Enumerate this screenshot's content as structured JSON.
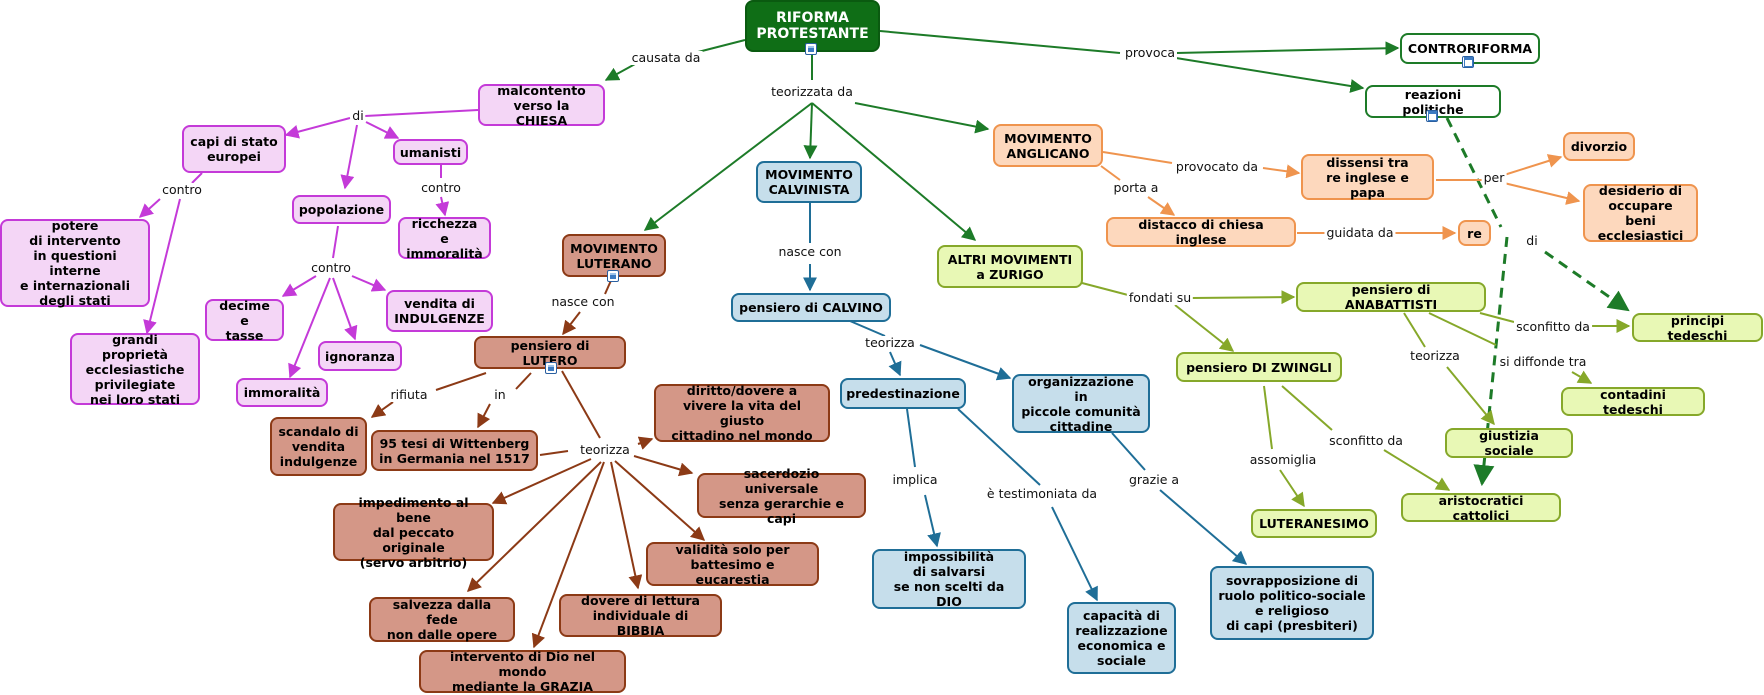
{
  "colors": {
    "green": "#1d7b28",
    "purple": "#c43ad8",
    "brown": "#8c3a16",
    "blue": "#1f6e97",
    "orange": "#ef944e",
    "lime": "#86a82a"
  },
  "nodes": {
    "root": "RIFORMA\nPROTESTANTE",
    "controriforma": "CONTRORIFORMA",
    "reazioni": "reazioni politiche",
    "malcontento": "malcontento\nverso la CHIESA",
    "capi_stato": "capi di stato\neuropei",
    "umanisti": "umanisti",
    "popolazione": "popolazione",
    "potere": "potere\ndi intervento\nin questioni interne\ne internazionali\ndegli stati",
    "grandi_proprieta": "grandi proprietà\necclesiastiche\nprivilegiate\nnei loro stati",
    "ricchezza": "ricchezza e\nimmoralità",
    "decime": "decime e\ntasse",
    "vendita": "vendita di\nINDULGENZE",
    "ignoranza": "ignoranza",
    "immoralita": "immoralità",
    "mov_luterano": "MOVIMENTO\nLUTERANO",
    "pensiero_lutero": "pensiero di LUTERO",
    "scandalo": "scandalo di\nvendita\nindulgenze",
    "tesi": "95 tesi di Wittenberg\nin Germania nel 1517",
    "diritto": "diritto/dovere a\nvivere la vita del giusto\ncittadino nel mondo",
    "sacerdozio": "sacerdozio universale\nsenza gerarchie e capi",
    "impedimento": "impedimento al bene\ndal peccato originale\n(servo arbitrio)",
    "validita": "validità solo per\nbattesimo e eucarestia",
    "salvezza": "salvezza dalla fede\nnon dalle opere",
    "dovere_lettura": "dovere di lettura\nindividuale di BIBBIA",
    "intervento_dio": "intervento di Dio nel mondo\nmediante la GRAZIA",
    "mov_calvinista": "MOVIMENTO\nCALVINISTA",
    "pensiero_calvino": "pensiero di CALVINO",
    "predestinazione": "predestinazione",
    "organizzazione": "organizzazione in\npiccole comunità\ncittadine",
    "impossibilita": "impossibilità\ndi salvarsi\nse non scelti da DIO",
    "capacita": "capacità di\nrealizzazione\neconomica e\nsociale",
    "sovrapposizione": "sovrapposizione di\nruolo politico-sociale\ne religioso\ndi capi (presbiteri)",
    "mov_anglicano": "MOVIMENTO\nANGLICANO",
    "dissensi": "dissensi tra\nre inglese e papa",
    "distacco": "distacco di chiesa inglese",
    "re": "re",
    "divorzio": "divorzio",
    "desiderio": "desiderio di\noccupare beni\necclesiastici",
    "altri_movimenti": "ALTRI MOVIMENTI\na ZURIGO",
    "anabattisti": "pensiero di ANABATTISTI",
    "zwingli": "pensiero DI ZWINGLI",
    "principi": "principi tedeschi",
    "contadini": "contadini tedeschi",
    "giustizia": "giustizia sociale",
    "aristocratici": "aristocratici cattolici",
    "luteranesimo": "LUTERANESIMO"
  },
  "labels": {
    "causata_da": "causata da",
    "teorizzata_da": "teorizzata da",
    "provoca": "provoca",
    "di_malcontento": "di",
    "contro_capi": "contro",
    "contro_umanisti": "contro",
    "contro_popolazione": "contro",
    "nasce_con_luterano": "nasce con",
    "rifiuta": "rifiuta",
    "in": "in",
    "teorizza_lutero": "teorizza",
    "nasce_con_calvinista": "nasce con",
    "teorizza_calvino": "teorizza",
    "implica": "implica",
    "testimoniata": "è testimoniata da",
    "grazie_a": "grazie a",
    "provocato_da": "provocato da",
    "porta_a": "porta a",
    "guidata_da": "guidata da",
    "per": "per",
    "di_reazioni": "di",
    "fondati_su": "fondati su",
    "sconfitto_da_1": "sconfitto da",
    "si_diffonde_tra": "si diffonde tra",
    "teorizza_anabattisti": "teorizza",
    "assomiglia": "assomiglia",
    "sconfitto_da_2": "sconfitto da"
  },
  "icons": {
    "root": "image-icon",
    "controriforma": "concept-map-icon",
    "reazioni": "concept-map-icon",
    "mov_luterano": "image-icon",
    "pensiero_lutero": "image-icon"
  }
}
